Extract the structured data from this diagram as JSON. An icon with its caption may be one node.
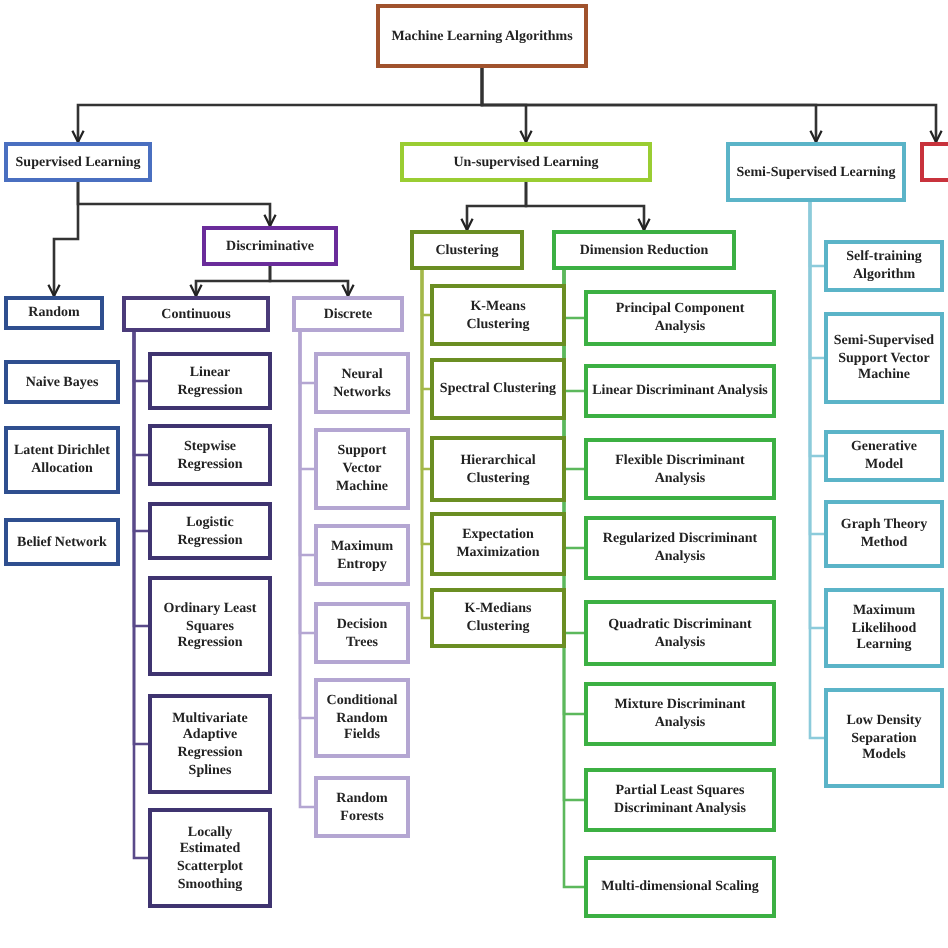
{
  "diagram": {
    "nodes": [
      {
        "text": [
          "Machine Learning Algorithms"
        ]
      },
      {
        "text": [
          "Supervised Learning"
        ]
      },
      {
        "text": [
          "Un-supervised Learning"
        ]
      },
      {
        "text": [
          "Semi-Supervised Learning"
        ]
      },
      {
        "text": [],
        "shape": "box"
      },
      {
        "text": [
          "Random"
        ]
      },
      {
        "text": [
          "Discriminative"
        ]
      },
      {
        "text": [
          "Clustering"
        ]
      },
      {
        "text": [
          "Dimension Reduction"
        ]
      },
      {
        "text": [
          "Naive Bayes"
        ]
      },
      {
        "text": [
          "Latent Dirichlet Allocation"
        ]
      },
      {
        "text": [
          "Belief Network"
        ]
      },
      {
        "text": [
          "Continuous"
        ]
      },
      {
        "text": [
          "Discrete"
        ]
      },
      {
        "text": [
          "Linear Regression"
        ]
      },
      {
        "text": [
          "Stepwise Regression"
        ]
      },
      {
        "text": [
          "Logistic Regression"
        ]
      },
      {
        "text": [
          "Ordinary Least Squares Regression"
        ]
      },
      {
        "text": [
          "Multivariate Adaptive Regression Splines"
        ]
      },
      {
        "text": [
          "Locally Estimated Scatterplot Smoothing"
        ]
      },
      {
        "text": [
          "Neural Networks"
        ]
      },
      {
        "text": [
          "Support Vector Machine"
        ]
      },
      {
        "text": [
          "Maximum Entropy"
        ]
      },
      {
        "text": [
          "Decision Trees"
        ]
      },
      {
        "text": [
          "Conditional Random Fields"
        ]
      },
      {
        "text": [
          "Random Forests"
        ]
      },
      {
        "text": [
          "K-Means Clustering"
        ]
      },
      {
        "text": [
          "Spectral Clustering"
        ]
      },
      {
        "text": [
          "Hierarchical Clustering"
        ]
      },
      {
        "text": [
          "Expectation Maximization"
        ]
      },
      {
        "text": [
          "K-Medians Clustering"
        ]
      },
      {
        "text": [
          "Principal Component Analysis"
        ]
      },
      {
        "text": [
          "Linear Discriminant Analysis"
        ]
      },
      {
        "text": [
          "Flexible Discriminant Analysis"
        ]
      },
      {
        "text": [
          "Regularized Discriminant Analysis"
        ]
      },
      {
        "text": [
          "Quadratic Discriminant Analysis"
        ]
      },
      {
        "text": [
          "Mixture Discriminant Analysis"
        ]
      },
      {
        "text": [
          "Partial Least Squares Discriminant Analysis"
        ]
      },
      {
        "text": [
          "Multi-dimensional Scaling"
        ]
      },
      {
        "text": [
          "Self-training Algorithm"
        ]
      },
      {
        "text": [
          "Semi-Supervised Support Vector Machine"
        ]
      },
      {
        "text": [
          "Generative Model"
        ]
      },
      {
        "text": [
          "Graph Theory Method"
        ]
      },
      {
        "text": [
          "Maximum Likelihood Learning"
        ]
      },
      {
        "text": [
          "Low Density Separation Models"
        ]
      }
    ],
    "edges": [
      {
        "from": 0,
        "to": 1,
        "arrow": "to"
      },
      {
        "from": 0,
        "to": 2,
        "arrow": "to"
      },
      {
        "from": 0,
        "to": 3,
        "arrow": "to"
      },
      {
        "from": 0,
        "to": 4,
        "arrow": "to"
      },
      {
        "from": 1,
        "to": 5,
        "arrow": "to"
      },
      {
        "from": 1,
        "to": 6,
        "arrow": "to"
      },
      {
        "from": 2,
        "to": 7,
        "arrow": "to"
      },
      {
        "from": 2,
        "to": 8,
        "arrow": "to"
      },
      {
        "from": 6,
        "to": 12,
        "arrow": "to"
      },
      {
        "from": 6,
        "to": 13,
        "arrow": "to"
      },
      {
        "from": 12,
        "to": 14,
        "arrow": "none",
        "color": "#5a4a8a"
      },
      {
        "from": 12,
        "to": 15,
        "arrow": "none",
        "color": "#5a4a8a"
      },
      {
        "from": 12,
        "to": 16,
        "arrow": "none",
        "color": "#5a4a8a"
      },
      {
        "from": 12,
        "to": 17,
        "arrow": "none",
        "color": "#5a4a8a"
      },
      {
        "from": 12,
        "to": 18,
        "arrow": "none",
        "color": "#5a4a8a"
      },
      {
        "from": 12,
        "to": 19,
        "arrow": "none",
        "color": "#5a4a8a"
      },
      {
        "from": 13,
        "to": 20,
        "arrow": "none",
        "color": "#b4a6d2"
      },
      {
        "from": 13,
        "to": 21,
        "arrow": "none",
        "color": "#b4a6d2"
      },
      {
        "from": 13,
        "to": 22,
        "arrow": "none",
        "color": "#b4a6d2"
      },
      {
        "from": 13,
        "to": 23,
        "arrow": "none",
        "color": "#b4a6d2"
      },
      {
        "from": 13,
        "to": 24,
        "arrow": "none",
        "color": "#b4a6d2"
      },
      {
        "from": 13,
        "to": 25,
        "arrow": "none",
        "color": "#b4a6d2"
      },
      {
        "from": 7,
        "to": 26,
        "arrow": "none",
        "color": "#a4b84a"
      },
      {
        "from": 7,
        "to": 27,
        "arrow": "none",
        "color": "#a4b84a"
      },
      {
        "from": 7,
        "to": 28,
        "arrow": "none",
        "color": "#a4b84a"
      },
      {
        "from": 7,
        "to": 29,
        "arrow": "none",
        "color": "#a4b84a"
      },
      {
        "from": 7,
        "to": 30,
        "arrow": "none",
        "color": "#a4b84a"
      },
      {
        "from": 8,
        "to": 31,
        "arrow": "none",
        "color": "#5cb85c"
      },
      {
        "from": 8,
        "to": 32,
        "arrow": "none",
        "color": "#5cb85c"
      },
      {
        "from": 8,
        "to": 33,
        "arrow": "none",
        "color": "#5cb85c"
      },
      {
        "from": 8,
        "to": 34,
        "arrow": "none",
        "color": "#5cb85c"
      },
      {
        "from": 8,
        "to": 35,
        "arrow": "none",
        "color": "#5cb85c"
      },
      {
        "from": 8,
        "to": 36,
        "arrow": "none",
        "color": "#5cb85c"
      },
      {
        "from": 8,
        "to": 37,
        "arrow": "none",
        "color": "#5cb85c"
      },
      {
        "from": 8,
        "to": 38,
        "arrow": "none",
        "color": "#5cb85c"
      },
      {
        "from": 3,
        "to": 39,
        "arrow": "none",
        "color": "#8ccbdb"
      },
      {
        "from": 3,
        "to": 40,
        "arrow": "none",
        "color": "#8ccbdb"
      },
      {
        "from": 3,
        "to": 41,
        "arrow": "none",
        "color": "#8ccbdb"
      },
      {
        "from": 3,
        "to": 42,
        "arrow": "none",
        "color": "#8ccbdb"
      },
      {
        "from": 3,
        "to": 43,
        "arrow": "none",
        "color": "#8ccbdb"
      },
      {
        "from": 3,
        "to": 44,
        "arrow": "none",
        "color": "#8ccbdb"
      }
    ]
  }
}
